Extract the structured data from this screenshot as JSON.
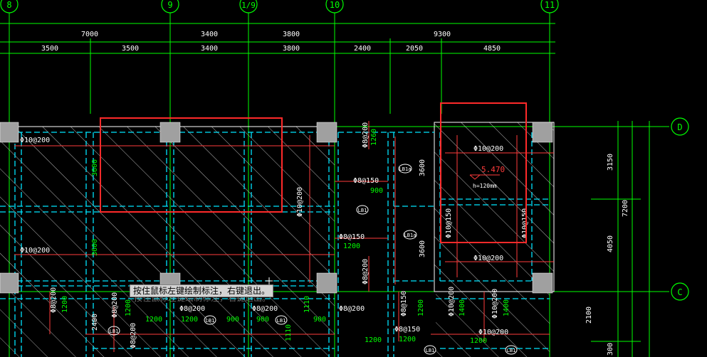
{
  "grid_axes": [
    {
      "label": "8"
    },
    {
      "label": "9"
    },
    {
      "label": "1/9"
    },
    {
      "label": "10"
    },
    {
      "label": "11"
    },
    {
      "label": "D"
    },
    {
      "label": "C"
    }
  ],
  "dims_top_row1": [
    "7000",
    "3400",
    "3800",
    "9300"
  ],
  "dims_top_row2": [
    "3500",
    "3500",
    "3400",
    "3800",
    "2400",
    "2050",
    "4850"
  ],
  "dims_right": [
    "3150",
    "7200",
    "4050",
    "2100",
    "300"
  ],
  "rebar_labels": [
    "Φ10@200",
    "Φ10@200",
    "Φ10@200",
    "Φ10@200",
    "Φ8@150",
    "Φ8@150",
    "Φ8@150",
    "Φ8@150",
    "Φ8@200",
    "Φ8@200",
    "Φ8@200",
    "Φ8@200",
    "Φ8@200",
    "Φ8@200",
    "Φ8@200",
    "Φ8@200",
    "Φ10@200",
    "Φ10@150",
    "Φ10@150",
    "Φ10@200",
    "Φ10@200",
    "Φ10@200"
  ],
  "span_labels": [
    "3600",
    "3600",
    "3600",
    "3600",
    "1260",
    "1200",
    "900",
    "1200",
    "1200",
    "1200",
    "900",
    "900",
    "900",
    "1400",
    "1400",
    "1200",
    "1110",
    "1110",
    "1200",
    "2400",
    "1200",
    "1200",
    "1200"
  ],
  "slab_tags": [
    "LB1",
    "LB1",
    "LB1",
    "LB1",
    "LB1",
    "LB1",
    "LB1a",
    "LB1a"
  ],
  "elevation": "5.470",
  "thickness": "h=120mm",
  "tooltip": "按住鼠标左键绘制标注，右键退出。",
  "colors": {
    "background": "#000000",
    "grid_line": "#00ff00",
    "slab_hatch": "#ffffff",
    "beam": "#00ffff",
    "rebar_red": "#ff3b3b",
    "rebar_text": "#ffffff",
    "dimension": "#00ff00",
    "highlight_box": "#ff2a2a",
    "column": "#a0a0a0"
  }
}
